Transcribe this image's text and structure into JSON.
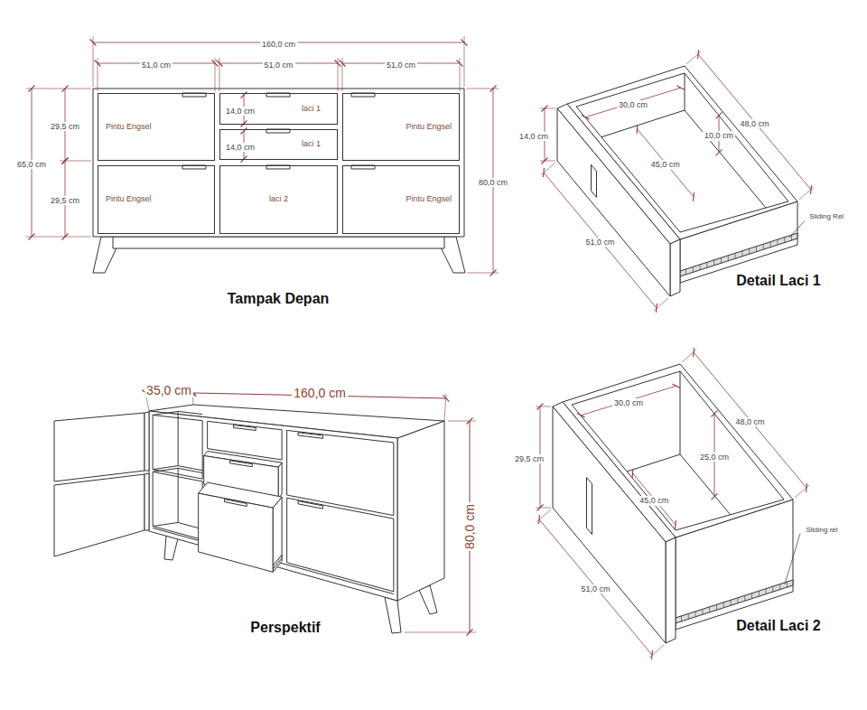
{
  "diagram": {
    "nodes": [
      {
        "text": [
          "Pintu Engsel"
        ]
      },
      {
        "text": [
          "laci 1"
        ]
      },
      {
        "text": [
          "laci 1"
        ]
      },
      {
        "text": [
          "Pintu Engsel"
        ]
      },
      {
        "text": [
          "Pintu Engsel"
        ]
      },
      {
        "text": [
          "laci 2"
        ]
      },
      {
        "text": [
          "Pintu Engsel"
        ]
      }
    ],
    "labels": [
      "160,0 cm",
      "51,0 cm",
      "51,0 cm",
      "51,0 cm",
      "14,0 cm",
      "14,0 cm",
      "29,5 cm",
      "29,5 cm",
      "65,0 cm",
      "80,0 cm",
      "Tampak Depan",
      "30,0 cm",
      "48,0 cm",
      "10,0 cm",
      "14,0 cm",
      "45,0 cm",
      "51,0 cm",
      "Sliding Rel",
      "Detail Laci 1",
      "35,0 cm",
      "160,0 cm",
      "80,0 cm",
      "Perspektif",
      "29,5 cm",
      "30,0 cm",
      "48,0 cm",
      "25,0 cm",
      "45,0 cm",
      "51,0 cm",
      "Sliding rel",
      "Detail Laci 2"
    ]
  }
}
